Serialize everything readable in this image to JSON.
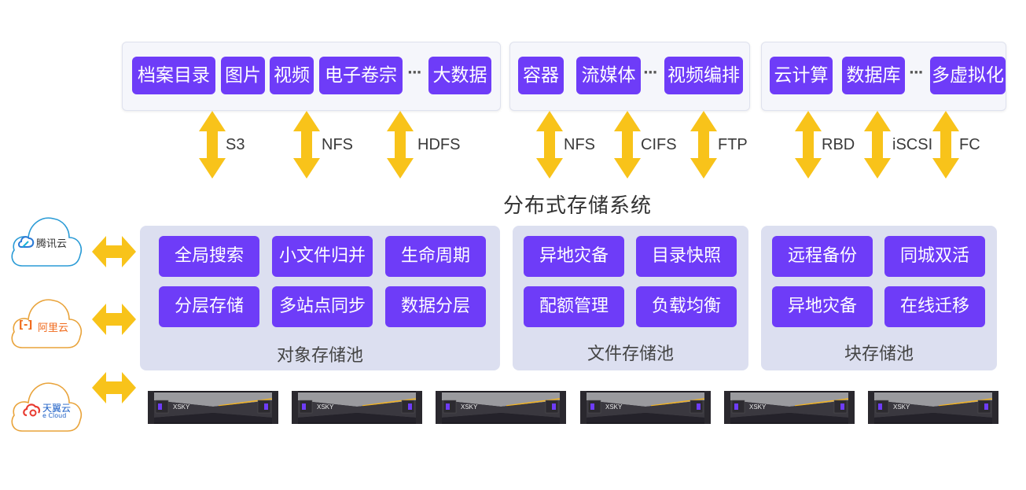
{
  "title": "分布式存储系统",
  "colors": {
    "tag": "#6e3cf8",
    "arrow": "#f8c31a",
    "pool_bg": "#dcdff0",
    "app_box_bg": "#f5f6fb"
  },
  "app_groups": [
    {
      "items": [
        "档案目录",
        "图片",
        "视频",
        "电子卷宗",
        "大数据"
      ],
      "ellipsis": "···",
      "protocols": [
        "S3",
        "NFS",
        "HDFS"
      ]
    },
    {
      "items": [
        "容器",
        "流媒体",
        "视频编排"
      ],
      "ellipsis": "···",
      "protocols": [
        "NFS",
        "CIFS",
        "FTP"
      ]
    },
    {
      "items": [
        "云计算",
        "数据库",
        "多虚拟化"
      ],
      "ellipsis": "···",
      "protocols": [
        "RBD",
        "iSCSI",
        "FC"
      ]
    }
  ],
  "pools": [
    {
      "label": "对象存储池",
      "features": [
        "全局搜索",
        "小文件归并",
        "生命周期",
        "分层存储",
        "多站点同步",
        "数据分层"
      ]
    },
    {
      "label": "文件存储池",
      "features": [
        "异地灾备",
        "目录快照",
        "配额管理",
        "负载均衡"
      ]
    },
    {
      "label": "块存储池",
      "features": [
        "远程备份",
        "同城双活",
        "异地灾备",
        "在线迁移"
      ]
    }
  ],
  "clouds": [
    {
      "name": "腾讯云",
      "icon": "tencent-cloud-logo",
      "color": "#2a9bd6"
    },
    {
      "name": "阿里云",
      "icon": "aliyun-logo",
      "color": "#f06a1c"
    },
    {
      "name": "天翼云",
      "sub": "e Cloud",
      "icon": "tianyi-cloud-logo",
      "color": "#e83a2f"
    }
  ],
  "servers": {
    "brand": "XSKY",
    "count": 6
  }
}
